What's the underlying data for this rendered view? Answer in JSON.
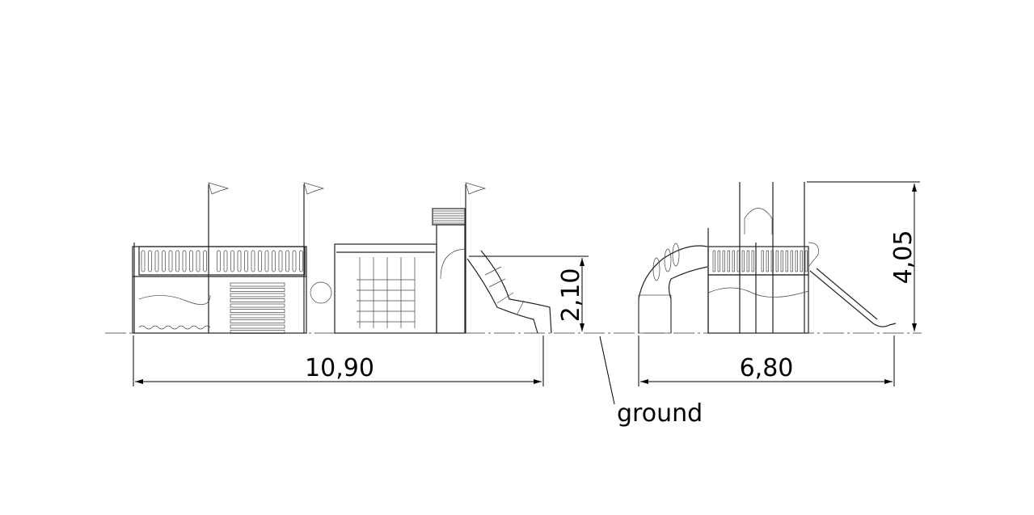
{
  "drawing": {
    "dimensions": {
      "front_width": "10,90",
      "side_width": "6,80",
      "platform_height": "2,10",
      "total_height": "4,05"
    },
    "ground_label": "ground"
  }
}
